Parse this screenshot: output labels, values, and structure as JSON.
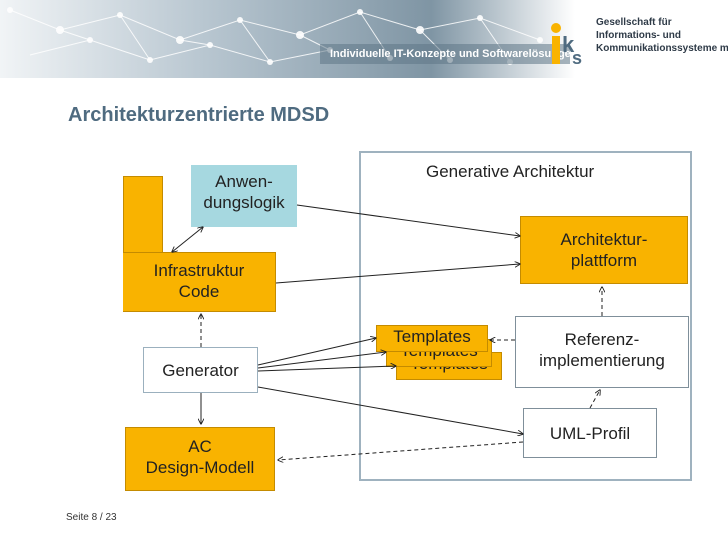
{
  "header": {
    "tagline": "Individuelle IT-Konzepte und Softwarelösungen",
    "company_lines": [
      "Gesellschaft für",
      "Informations- und",
      "Kommunikationssysteme mbH"
    ]
  },
  "slide": {
    "title": "Architekturzentrierte MDSD",
    "footer": "Seite 8 / 23"
  },
  "diagram": {
    "anwendungslogik": [
      "Anwen-",
      "dungslogik"
    ],
    "infrastruktur": [
      "Infrastruktur",
      "Code"
    ],
    "generator": "Generator",
    "ac_design": [
      "AC",
      "Design-Modell"
    ],
    "generative_architektur": "Generative Architektur",
    "architektur_plattform": [
      "Architektur-",
      "plattform"
    ],
    "templates": "Templates",
    "referenz": [
      "Referenz-",
      "implementierung"
    ],
    "uml_profil": "UML-Profil"
  },
  "colors": {
    "orange": "#f9b300",
    "teal": "#a6d8e0",
    "banner": "#6f8696",
    "title": "#4f6b80"
  }
}
